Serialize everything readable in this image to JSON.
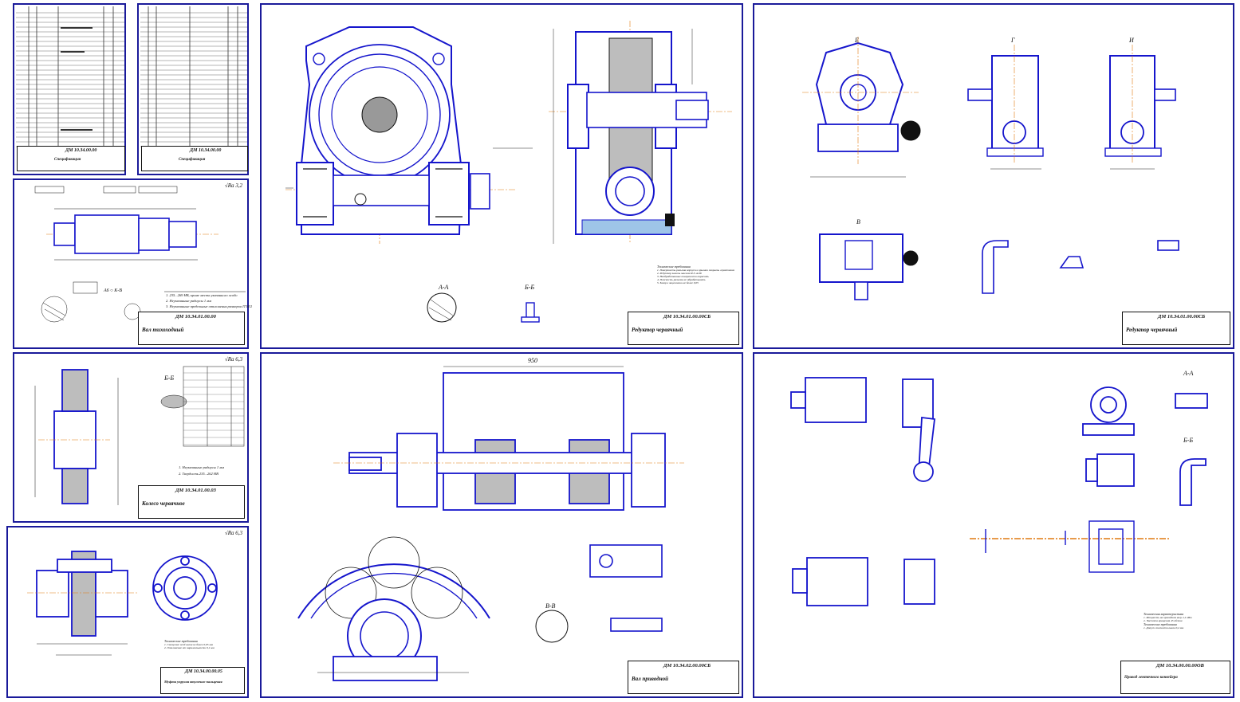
{
  "colors": {
    "outline": "#1a1a9a",
    "part": "#1515cc",
    "axis": "#e07a10",
    "hatch": "#111111",
    "dim": "#222222",
    "mark": "#1a9a7a"
  },
  "sheets": {
    "spec1": {
      "code": "ДМ 10.34.00.00",
      "caption": "Спецификация"
    },
    "spec2": {
      "code": "ДМ 10.34.00.00",
      "caption": "Спецификация"
    },
    "shaft": {
      "code": "ДМ 10.34.01.00.00",
      "title": "Вал тихоходный",
      "roughness": "√Ra 3,2"
    },
    "worm_assembly": {
      "code": "ДМ 10.34.01.00.00СБ",
      "title": "Редуктор червячный",
      "section_aa": "А-А",
      "section_bb": "Б-Б"
    },
    "reducer_views": {
      "code": "ДМ 10.34.01.00.00СБ",
      "title": "Редуктор червячный",
      "view_labels": [
        "Е",
        "Г",
        "И",
        "В"
      ]
    },
    "wheel": {
      "code": "ДМ 10.34.01.00.03",
      "title": "Колесо червячное",
      "roughness": "√Ra 6,3",
      "section": "Б-Б"
    },
    "coupling": {
      "code": "ДМ 10.34.00.00.05",
      "title": "Муфта упругая втулочно-пальцевая",
      "roughness": "√Ra 6,3"
    },
    "drive_shaft": {
      "code": "ДМ 10.34.02.00.00СБ",
      "title": "Вал приводной",
      "section": "В-В",
      "top_dim": "950"
    },
    "drive_layout": {
      "code": "ДМ 10.34.00.00.00ОВ",
      "title": "Привод ленточного конвейера",
      "section_a": "А-А",
      "section_b": "Б-Б"
    }
  },
  "notes": {
    "assembly": [
      "Технические требования",
      "1. Поверхность разъема корпуса и крышки покрыть герметиком",
      "2. Редуктор залить маслом И-Г-А-68",
      "3. Необработанные поверхности окрасить",
      "4. Плоскость разъема не обрабатывать",
      "5. Зазор в зацеплении не более 0,05"
    ],
    "shaft": [
      "1. 235...269 НВ, кроме места указанного особо",
      "2. Неуказанные радиусы 1 мм",
      "3. Неуказанные предельные отклонения размеров IT14/2"
    ],
    "wheel": [
      "1. Неуказанные радиусы 1 мм",
      "2. Твердость 235...262 НВ"
    ],
    "coupling": [
      "Технические требования",
      "1. Смещение осей валов не более 0,05 мм",
      "2. Отклонение от параллельности 0,1 мм"
    ],
    "layout": [
      "Техническая характеристика",
      "1. Мощность на приводном валу 2,1 кВт",
      "2. Частота вращения 45 об/мин",
      "Технические требования",
      "1. Допуск соосности валов 0,2 мм"
    ]
  }
}
